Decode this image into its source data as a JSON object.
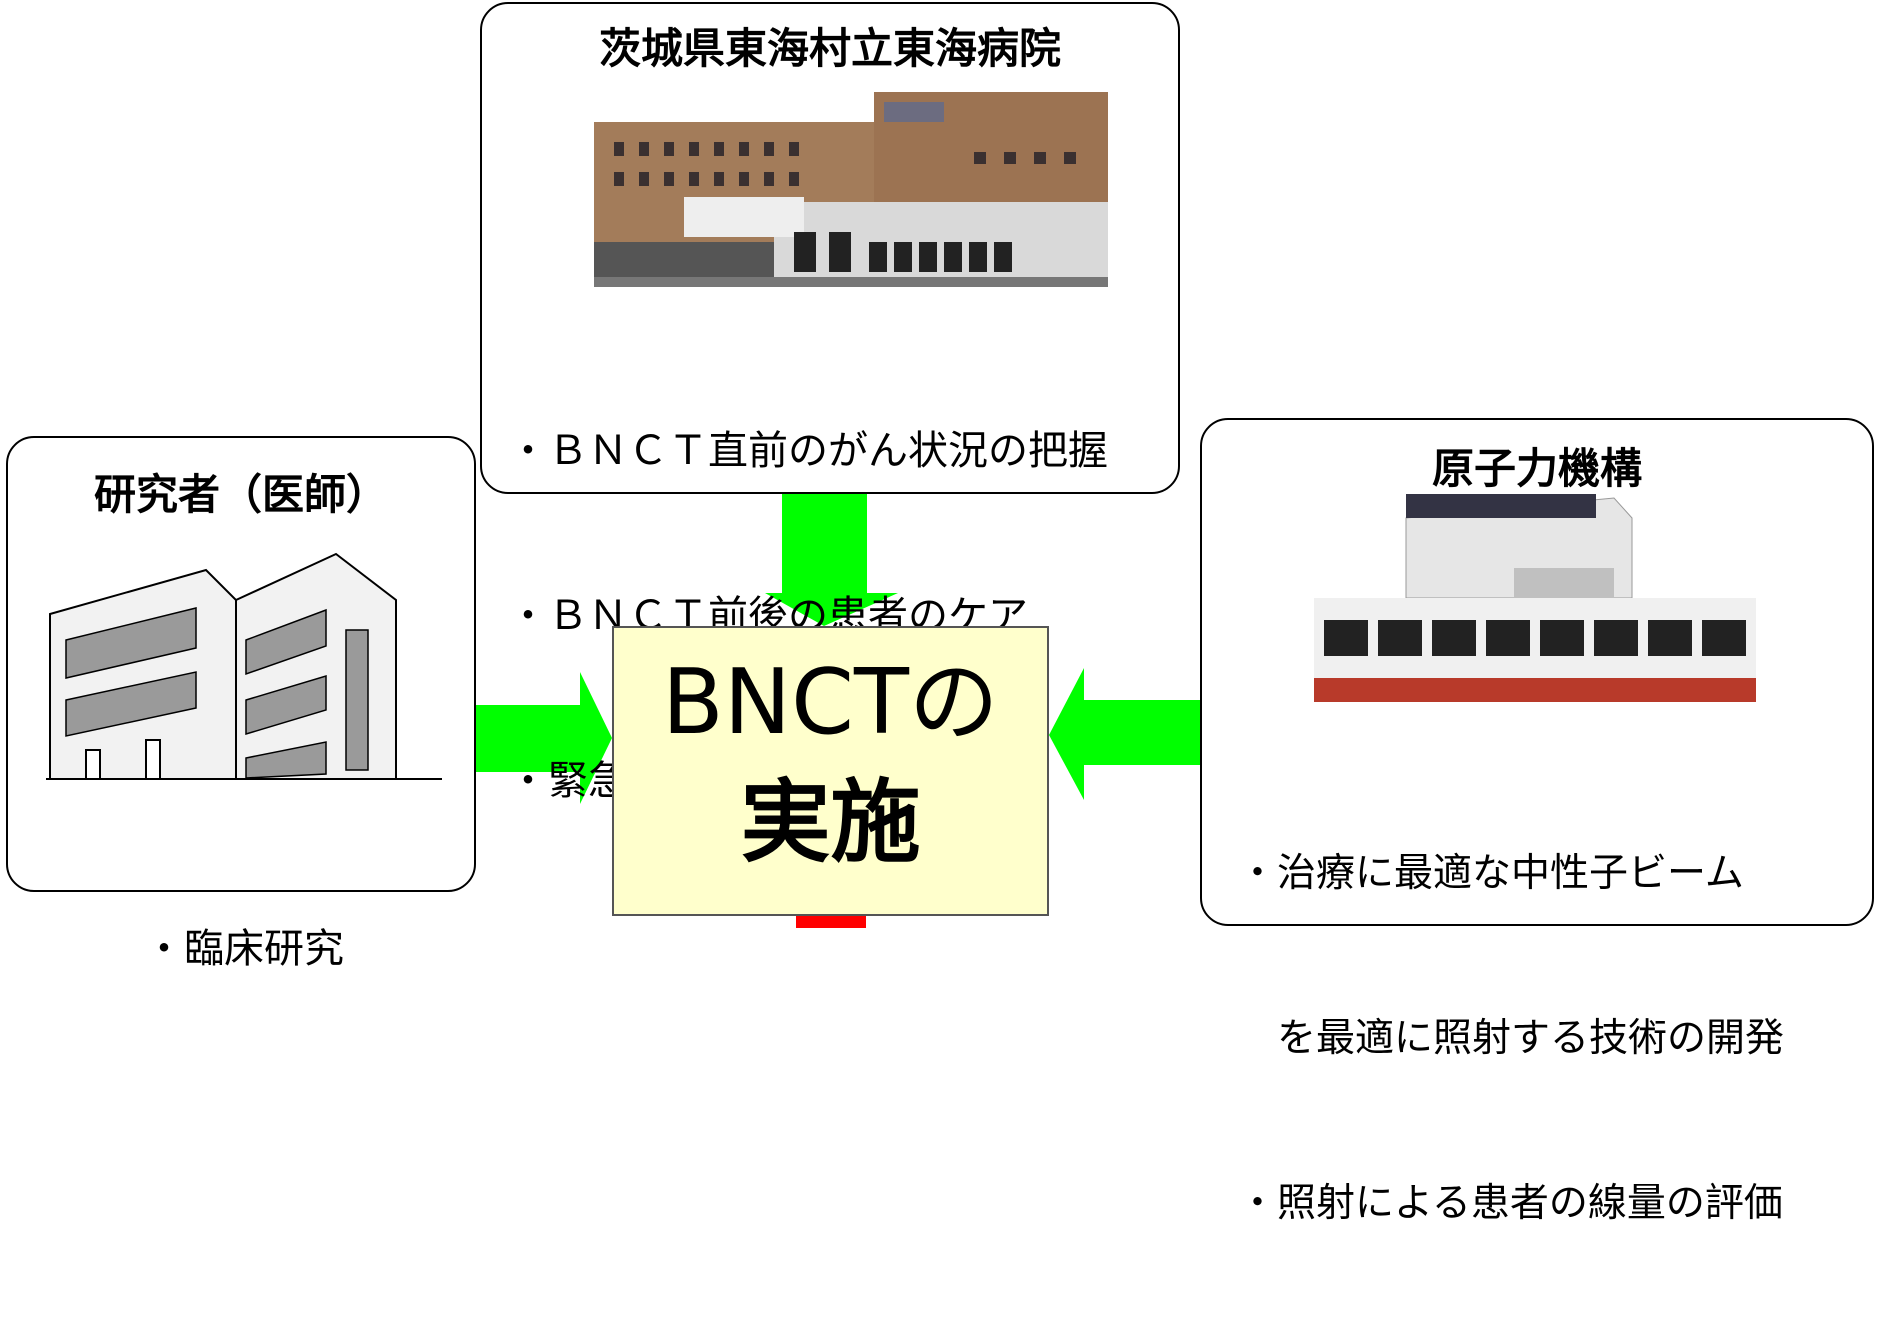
{
  "hospital": {
    "title": "茨城県東海村立東海病院",
    "bullets": [
      "・ＢＮＣＴ直前のがん状況の把握",
      "・ＢＮＣＴ前後の患者のケア",
      "・緊急時の対応"
    ]
  },
  "researcher": {
    "title": "研究者（医師）",
    "bullets": [
      "・臨床研究"
    ]
  },
  "jaea": {
    "title": "原子力機構",
    "bullets": [
      "・治療に最適な中性子ビーム",
      "　を最適に照射する技術の開発",
      "・照射による患者の線量の評価"
    ]
  },
  "center": {
    "line1": "BNCTの",
    "line2": "実施"
  },
  "colors": {
    "arrow_green": "#00ff00",
    "arrow_red": "#ff0000",
    "center_fill": "#ffffcc"
  }
}
